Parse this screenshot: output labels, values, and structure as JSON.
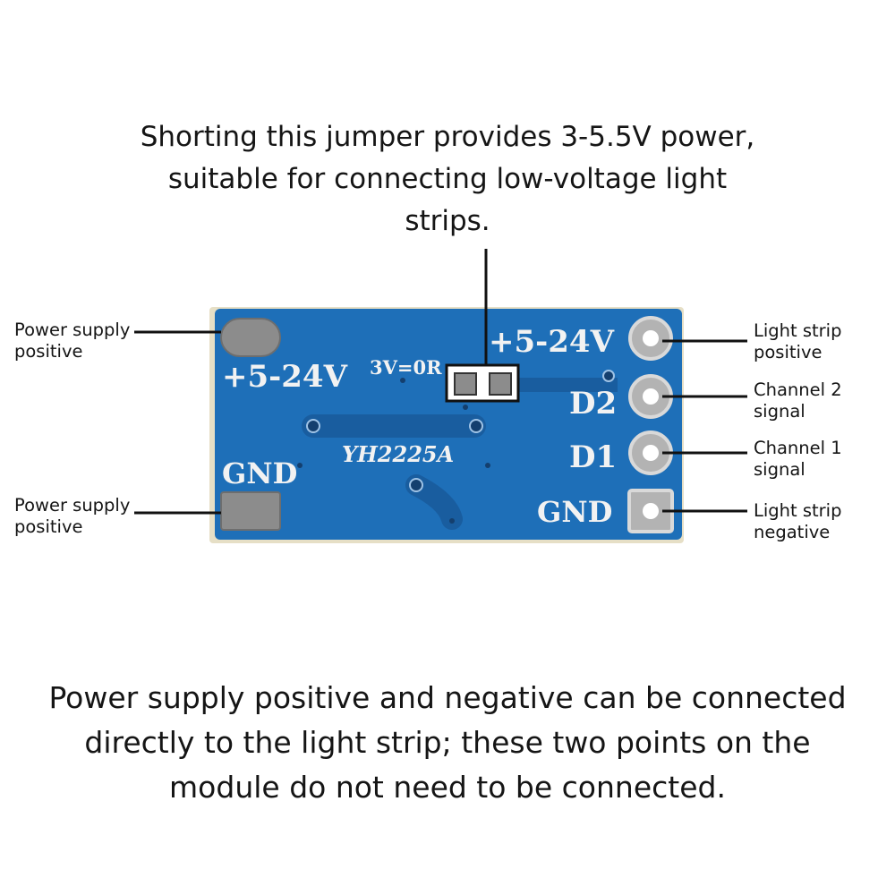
{
  "notes": {
    "top": "Shorting this jumper provides 3-5.5V power, suitable for connecting low-voltage light strips.",
    "bottom": "Power supply positive and negative can be connected directly to the light strip; these two points on the module do not need to be connected."
  },
  "labels": {
    "left_top": "Power supply\npositive",
    "left_bottom": "Power supply\npositive",
    "right_1": "Light strip\npositive",
    "right_2": "Channel 2\nsignal",
    "right_3": "Channel 1\nsignal",
    "right_4": "Light strip\nnegative"
  },
  "board": {
    "input_voltage_left": "+5-24V",
    "input_voltage_right": "+5-24V",
    "jumper_label": "3V=0R",
    "model": "YH2225A",
    "gnd_left": "GND",
    "gnd_right": "GND",
    "d2": "D2",
    "d1": "D1"
  },
  "colors": {
    "pcb_blue": "#1e6fb8",
    "pcb_trace": "#1a5fa3",
    "silkscreen": "#f2f2f2",
    "solder_pad": "#8c8c8c"
  }
}
